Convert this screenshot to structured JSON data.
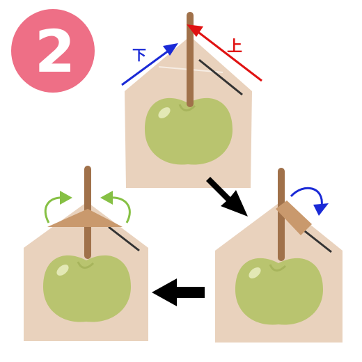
{
  "step": {
    "number": "2"
  },
  "labels": {
    "down": "下",
    "up": "上"
  },
  "colors": {
    "badge": "#ee6f86",
    "paper": "#e9d2bd",
    "paper_edge": "#dcc0a6",
    "apple": "#b9c46f",
    "apple_shade": "#a7b45c",
    "apple_highlight": "#e3e8b5",
    "stick": "#a0714a",
    "stick_dark": "#7e5436",
    "tape": "#c9996d",
    "fold_line": "#333333",
    "arrow_down_label": "#1a2ad6",
    "arrow_up_label": "#e01212",
    "rotate_arrow": "#1a2ad6",
    "fold_arrows": "#86c044",
    "flow_arrow": "#000000"
  }
}
